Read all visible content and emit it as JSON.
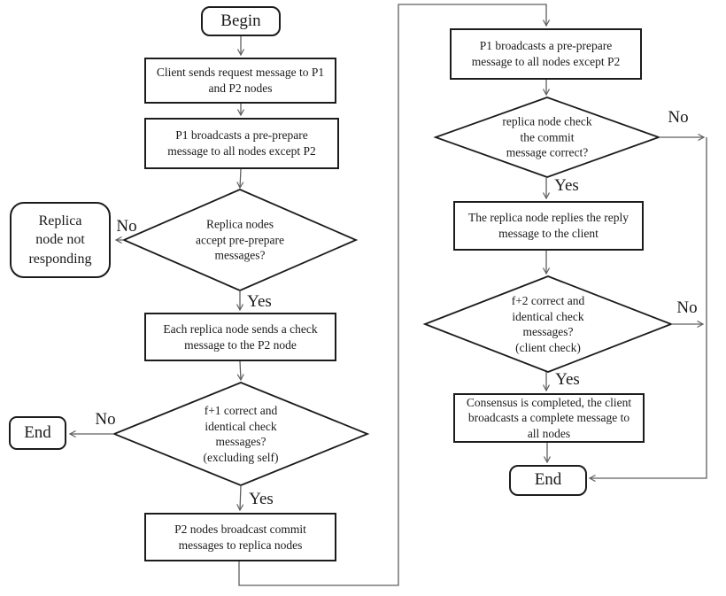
{
  "colors": {
    "shape_stroke": "#1c1c1c",
    "connector": "#5f5f5f",
    "text": "#1a1a1a",
    "background": "#ffffff"
  },
  "nodes": {
    "begin": {
      "lines": [
        "Begin"
      ]
    },
    "client_request": {
      "lines": [
        "Client sends request message to P1",
        "and P2 nodes"
      ]
    },
    "p1_broadcast_1": {
      "lines": [
        "P1 broadcasts a pre-prepare",
        "message to all nodes except P2"
      ]
    },
    "replica_not_responding": {
      "lines": [
        "Replica",
        "node not",
        "responding"
      ]
    },
    "accept_preprepare": {
      "lines": [
        "Replica nodes",
        "accept pre-prepare",
        "messages?"
      ]
    },
    "replica_check": {
      "lines": [
        "Each replica node sends a check",
        "message to the P2 node"
      ]
    },
    "f1_check": {
      "lines": [
        "f+1 correct and",
        "identical check",
        "messages?",
        "(excluding self)"
      ]
    },
    "end_left": {
      "lines": [
        "End"
      ]
    },
    "p2_commit": {
      "lines": [
        "P2 nodes broadcast commit",
        "messages to replica nodes"
      ]
    },
    "p1_broadcast_2": {
      "lines": [
        "P1 broadcasts a pre-prepare",
        "message to all nodes except P2"
      ]
    },
    "commit_correct": {
      "lines": [
        "replica node check",
        "the commit",
        "message correct?"
      ]
    },
    "reply_client": {
      "lines": [
        "The replica node replies the reply",
        "message to the client"
      ]
    },
    "f2_check": {
      "lines": [
        "f+2 correct and",
        "identical check",
        "messages?",
        "(client check)"
      ]
    },
    "consensus_complete": {
      "lines": [
        "Consensus is completed, the client",
        "broadcasts a complete message to",
        "all nodes"
      ]
    },
    "end_right": {
      "lines": [
        "End"
      ]
    }
  },
  "edge_labels": {
    "no1": "No",
    "yes1": "Yes",
    "no2": "No",
    "yes2": "Yes",
    "no3": "No",
    "yes3": "Yes",
    "no4": "No",
    "yes4": "Yes"
  }
}
